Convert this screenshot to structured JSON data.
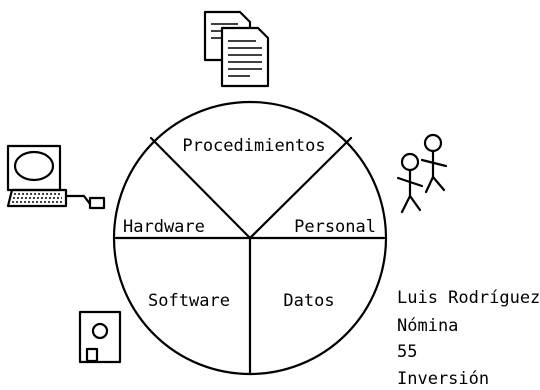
{
  "diagram": {
    "sectors": {
      "procedimientos": "Procedimientos",
      "hardware": "Hardware",
      "personal": "Personal",
      "software": "Software",
      "datos": "Datos"
    },
    "data_examples": [
      "Luis Rodríguez",
      "Nómina",
      "55",
      "Inversión"
    ],
    "icons": [
      "documents-icon",
      "computer-icon",
      "people-icon",
      "floppy-disk-icon"
    ]
  }
}
